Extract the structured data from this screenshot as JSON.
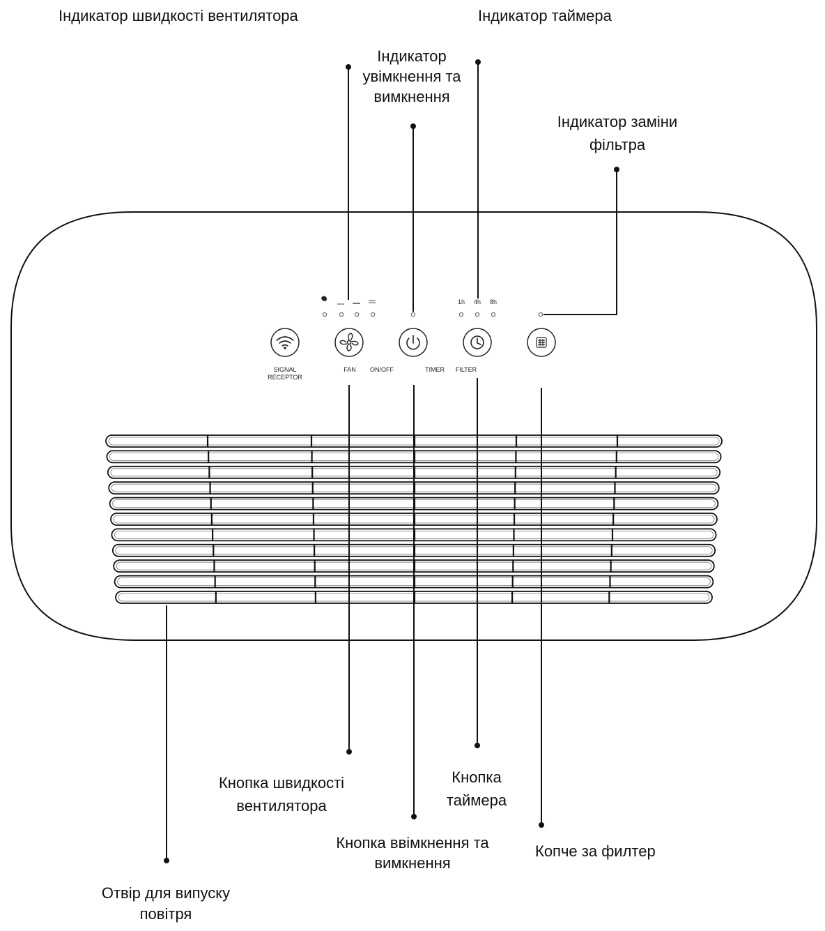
{
  "labels": {
    "fan_speed_indicator": "Індикатор швидкості вентилятора",
    "timer_indicator": "Індикатор таймера",
    "power_indicator": [
      "Індикатор",
      "увімкнення та",
      "вимкнення"
    ],
    "filter_indicator": [
      "Індикатор заміни",
      "фільтра"
    ],
    "fan_speed_button": [
      "Кнопка швидкості",
      "вентилятора"
    ],
    "timer_button": [
      "Кнопка",
      "таймера"
    ],
    "power_button": [
      "Кнопка ввімкнення та",
      "вимкнення"
    ],
    "filter_button": "Копче за филтер",
    "air_outlet": [
      "Отвір для випуску",
      "повітря"
    ]
  },
  "panel": {
    "signal_receptor": [
      "SIGNAL",
      "RECEPTOR"
    ],
    "fan": "FAN",
    "on_off": "ON/OFF",
    "timer": "TIMER",
    "filter": "FILTER",
    "timer_options": [
      "1h",
      "4h",
      "8h"
    ]
  },
  "icons": [
    "wifi-icon",
    "fan-icon",
    "power-icon",
    "clock-icon",
    "filter-icon"
  ],
  "colors": {
    "line": "#111111",
    "background": "#ffffff"
  }
}
